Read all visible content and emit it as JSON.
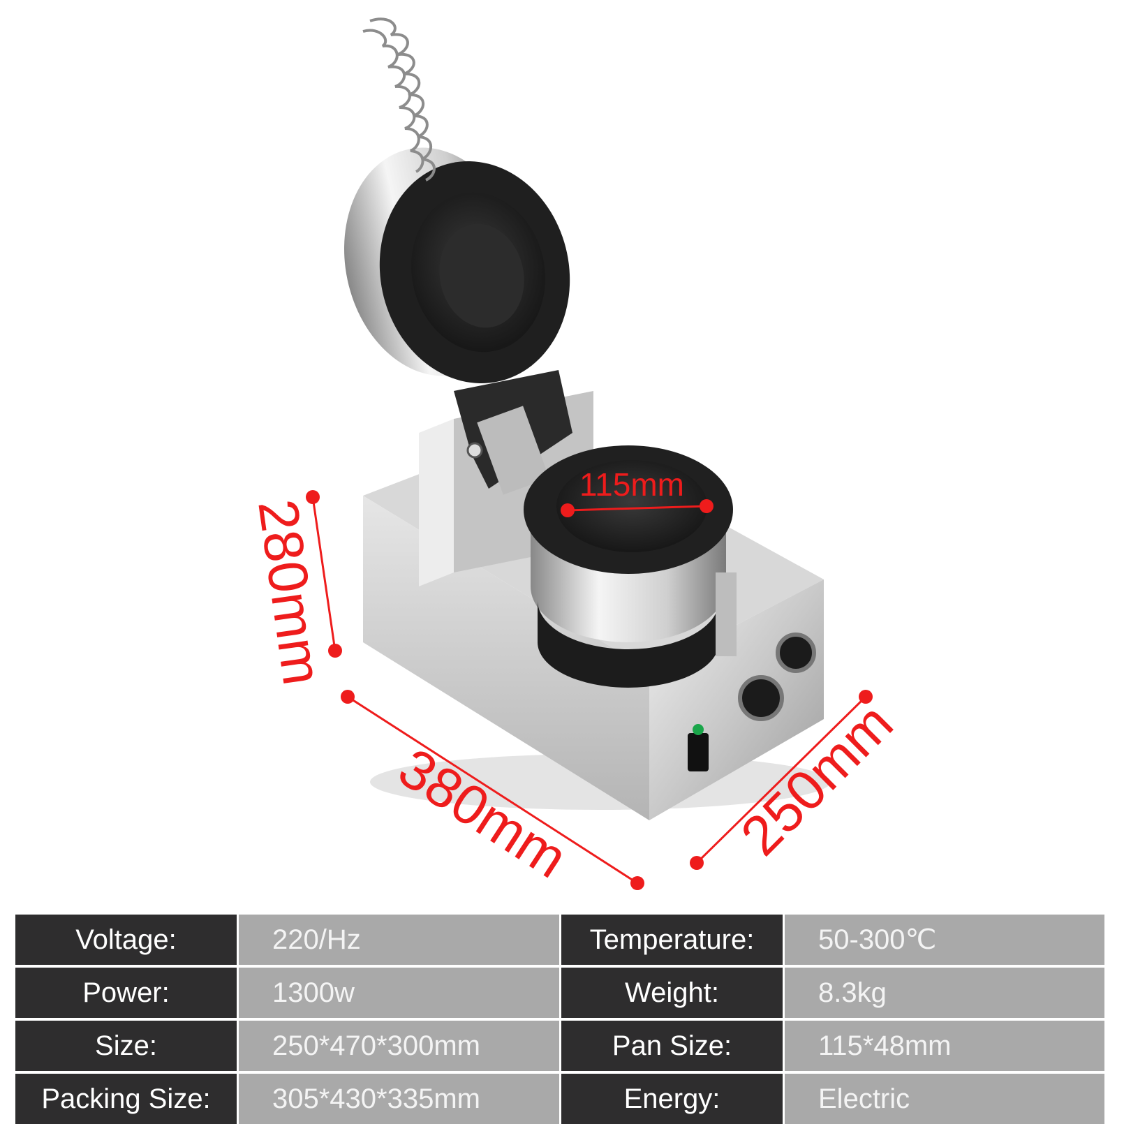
{
  "dimensions": {
    "height": "280mm",
    "length": "380mm",
    "depth": "250mm",
    "pan_diameter": "115mm"
  },
  "colors": {
    "dimension_accent": "#ee1c1c",
    "label_cell": "#2e2d2e",
    "value_cell": "#a9a9a9"
  },
  "specs": [
    {
      "label": "Voltage:",
      "value": "220/Hz",
      "label2": "Temperature:",
      "value2": "50-300℃"
    },
    {
      "label": "Power:",
      "value": "1300w",
      "label2": "Weight:",
      "value2": "8.3kg"
    },
    {
      "label": "Size:",
      "value": "250*470*300mm",
      "label2": "Pan Size:",
      "value2": "115*48mm"
    },
    {
      "label": "Packing Size:",
      "value": "305*430*335mm",
      "label2": "Energy:",
      "value2": "Electric"
    }
  ]
}
